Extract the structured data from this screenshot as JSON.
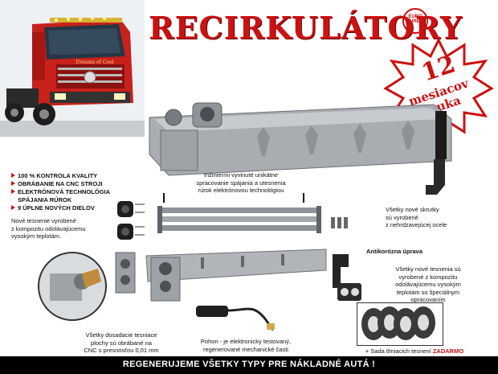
{
  "header": {
    "title": "RECIRKULÁTORY",
    "brand": "EURO TURBO"
  },
  "warranty": {
    "number": "12",
    "line1": "mesiacov",
    "line2": "záruka"
  },
  "truck": {
    "plate": "Dreams of Cool"
  },
  "features": [
    "100 % KONTROLA KVALITY",
    "OBRÁBANIE NA CNC STROJI",
    "ELEKTRÓNOVÁ TECHNOLÓGIA",
    "SPÁJANIA RÚROK",
    "9 ÚPLNE NOVÝCH DIELOV"
  ],
  "notes": {
    "seals": "Nové tesnenie vyrobené\nz kompozitu odolávajúcemu\nvysokým teplotám.",
    "welding": "Inžiniermi vyvinuté unikátne\nspracovanie spájania a utesnenia\nrúrok elektrónovou technológiou",
    "screws": "Všetky nové skrutky\nsú vyrobené\nz nehrdzavejúcej ocele",
    "anticorrosion": "Antikorózna úprava",
    "gaskets": "Všetky nové tesnenia sú\nvyrobené z kompozitu\nodolávajúcemu vysokým\nteplotám so špeciálnym\nopracovaním",
    "surfaces": "Všetky dosadacie tesniace\nplochy sú obrábané na\nCNC s presnosťou 0,01 mm",
    "actuator": "Pohon - je elektronicky testovaný,\nregenerované mechanické časti",
    "gasket_set_prefix": "+ Sada tlmiacich tesnení",
    "gasket_set_free": "ZADARMO"
  },
  "footer": {
    "text": "REGENERUJEME VŠETKY TYPY PRE NÁKLADNÉ AUTÁ !"
  },
  "colors": {
    "accent": "#cc1111",
    "footer_bg": "#000000",
    "metal": "#a9adb1"
  }
}
